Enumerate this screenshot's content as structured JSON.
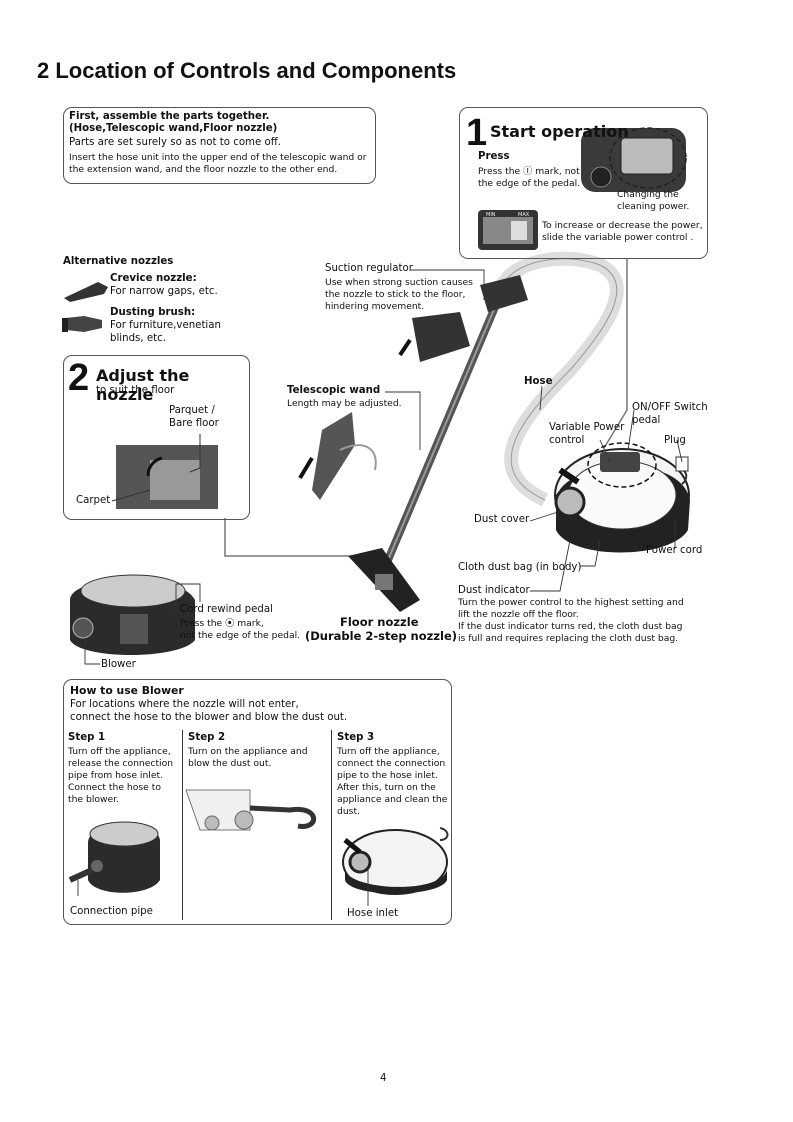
{
  "page": {
    "heading": "2   Location of Controls and Components",
    "page_number": "4"
  },
  "assemble": {
    "title1": "First, assemble the parts together.",
    "title2": "(Hose,Telescopic wand,Floor nozzle)",
    "line1": "Parts are set surely so as not to come off.",
    "line2": "Insert the hose unit into the upper end of the telescopic wand or",
    "line3": "the extension wand, and the floor nozzle to the other end."
  },
  "start": {
    "number": "1",
    "title": "Start operation",
    "press": "Press",
    "press_line1": "Press the Ⓘ mark, not",
    "press_line2": "the edge of the pedal.",
    "changing1": "Changing the",
    "changing2": "cleaning power.",
    "power_line1": "To increase or decrease the power,",
    "power_line2": "slide the variable power control .",
    "min": "MIN",
    "max": "MAX"
  },
  "alt": {
    "title": "Alternative nozzles",
    "crevice_name": "Crevice nozzle",
    "crevice_desc": "For narrow gaps, etc.",
    "brush_name": "Dusting brush",
    "brush_desc1": "For furniture,venetian",
    "brush_desc2": "blinds, etc."
  },
  "adjust": {
    "number": "2",
    "title": "Adjust the nozzle",
    "subtitle": "to suit the floor",
    "parquet1": "Parquet /",
    "parquet2": "Bare floor",
    "carpet": "Carpet"
  },
  "labels": {
    "suction_title": "Suction regulator",
    "suction1": "Use when strong suction causes",
    "suction2": "the nozzle to stick to the floor,",
    "suction3": "hindering movement.",
    "wand_title": "Telescopic wand",
    "wand_desc": "Length may be adjusted.",
    "hose": "Hose",
    "onoff1": "ON/OFF Switch",
    "onoff2": "pedal",
    "varpower1": "Variable Power",
    "varpower2": "control",
    "plug": "Plug",
    "dust_cover": "Dust cover",
    "power_cord": "Power cord",
    "cloth_bag": "Cloth dust bag (in body)",
    "dust_ind_title": "Dust indicator",
    "dust_ind1": "Turn the power control to the highest setting and",
    "dust_ind2": "lift the nozzle off the floor.",
    "dust_ind3": "If the dust indicator turns red, the cloth dust bag",
    "dust_ind4": "is full and requires replacing the cloth dust bag.",
    "floor_nozzle1": "Floor nozzle",
    "floor_nozzle2": "(Durable 2-step nozzle)",
    "cord_rewind": "Cord rewind pedal",
    "cord_press1": "Press the ⦿ mark,",
    "cord_press2": "not the edge of the pedal.",
    "blower": "Blower"
  },
  "blower": {
    "title": "How to use Blower",
    "intro1": "For locations where the nozzle will not enter,",
    "intro2": "connect the hose to the blower and blow the dust out.",
    "step1_title": "Step 1",
    "step1": [
      "Turn off the appliance,",
      "release the connection",
      "pipe from hose inlet.",
      "Connect the hose to",
      "the blower."
    ],
    "step2_title": "Step 2",
    "step2": [
      "Turn on the appliance and",
      "blow the dust out."
    ],
    "step3_title": "Step 3",
    "step3": [
      "Turn off the appliance,",
      "connect the connection",
      "pipe to the hose inlet.",
      "After this, turn on the",
      "appliance and clean the",
      "dust."
    ],
    "connection_pipe": "Connection pipe",
    "hose_inlet": "Hose inlet"
  }
}
